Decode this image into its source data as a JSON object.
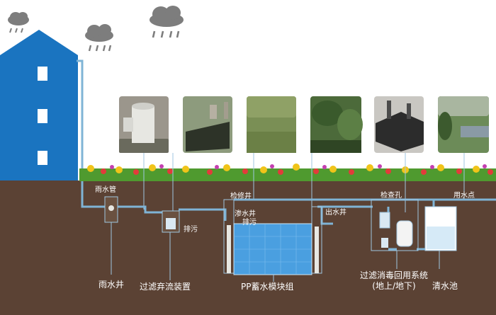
{
  "labels": {
    "rain_pipe": "雨水管",
    "inspection_well": "检修井",
    "seepage_well": "渗水井",
    "drain_top": "排污",
    "drain_left": "排污",
    "outlet_well": "出水井",
    "check_hole": "检查孔",
    "use_point": "用水点",
    "rain_well": "雨水井",
    "filter_device": "过滤弃流装置",
    "pp_module": "PP蓄水模块组",
    "reuse_system_line1": "过滤消毒回用系统",
    "reuse_system_line2": "(地上/地下)",
    "clear_pool": "清水池"
  },
  "photos": [
    "filter-well-photo",
    "storage-pit-photo",
    "lawn-photo",
    "garden-photo",
    "tank-photo",
    "landscape-photo"
  ],
  "icons": [
    "rain-cloud-icon",
    "house-icon",
    "flower-border-icon"
  ],
  "colors": {
    "soil": "#5b4234",
    "sky": "#ffffff",
    "house": "#1a74c0",
    "pipe": "#7fb4d6",
    "water": "#4a9fe0",
    "cloud": "#7d7d7d"
  }
}
